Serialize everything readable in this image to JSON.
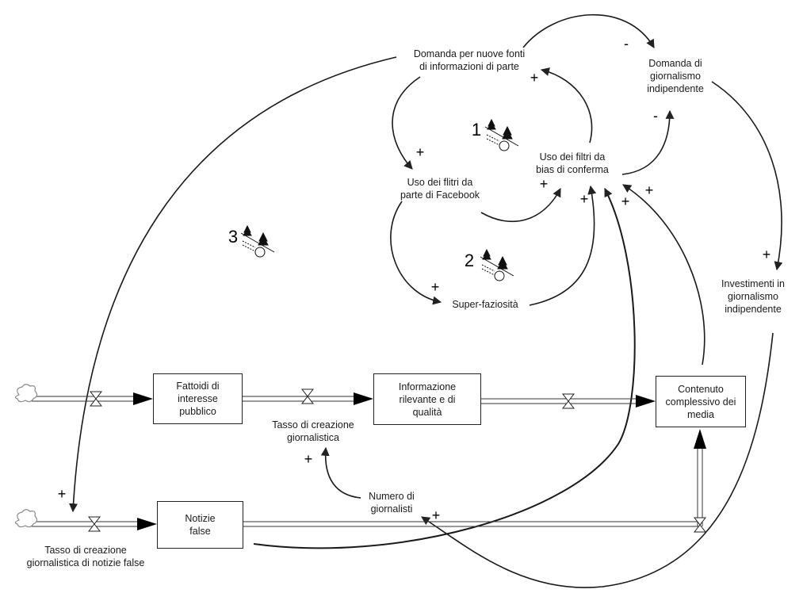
{
  "diagram": {
    "type": "stock-and-flow / causal loop diagram",
    "variables": {
      "domanda_fonti": "Domanda per nuove fonti\ndi informazioni di parte",
      "domanda_giornalismo": "Domanda di\ngiornalismo\nindipendente",
      "filtri_facebook": "Uso dei flitri da\nparte di Facebook",
      "filtri_bias": "Uso dei filtri da\nbias di conferma",
      "super_faziosita": "Super-faziosità",
      "investimenti": "Investimenti in\ngiornalismo\nindipendente",
      "tasso_creazione": "Tasso di creazione\ngiornalistica",
      "numero_giornalisti": "Numero di\ngiornalisti",
      "tasso_notizie_false": "Tasso di creazione\ngiornalistica di notizie false"
    },
    "stocks": {
      "fattoidi": "Fattoidi di\ninteresse\npubblico",
      "informazione": "Informazione\nrilevante e di\nqualità",
      "contenuto": "Contenuto\ncomplessivo dei\nmedia",
      "notizie_false": "Notizie\nfalse"
    },
    "loops": [
      {
        "id": "loop-1",
        "number": "1",
        "type": "reinforcing",
        "icon": "snowball-icon"
      },
      {
        "id": "loop-2",
        "number": "2",
        "type": "reinforcing",
        "icon": "snowball-icon"
      },
      {
        "id": "loop-3",
        "number": "3",
        "type": "reinforcing",
        "icon": "snowball-icon"
      }
    ],
    "links": [
      {
        "from": "Domanda per nuove fonti di informazioni di parte",
        "to": "Domanda di giornalismo indipendente",
        "polarity": "-"
      },
      {
        "from": "Uso dei filtri da bias di conferma",
        "to": "Domanda di giornalismo indipendente",
        "polarity": "-"
      },
      {
        "from": "Domanda per nuove fonti di informazioni di parte",
        "to": "Uso dei flitri da parte di Facebook",
        "polarity": "+"
      },
      {
        "from": "Uso dei filtri da bias di conferma",
        "to": "Domanda per nuove fonti di informazioni di parte",
        "polarity": "+"
      },
      {
        "from": "Uso dei flitri da parte di Facebook",
        "to": "Uso dei filtri da bias di conferma",
        "polarity": "+"
      },
      {
        "from": "Uso dei flitri da parte di Facebook",
        "to": "Super-faziosità",
        "polarity": "+"
      },
      {
        "from": "Super-faziosità",
        "to": "Uso dei filtri da bias di conferma",
        "polarity": "+"
      },
      {
        "from": "Notizie false",
        "to": "Uso dei filtri da bias di conferma",
        "polarity": "+"
      },
      {
        "from": "Numero di giornalisti",
        "to": "Uso dei filtri da bias di conferma",
        "polarity": "+"
      },
      {
        "from": "Contenuto complessivo dei media",
        "to": "Uso dei filtri da bias di conferma",
        "polarity": "+"
      },
      {
        "from": "Domanda di giornalismo indipendente",
        "to": "Investimenti in giornalismo indipendente",
        "polarity": "+"
      },
      {
        "from": "Investimenti in giornalismo indipendente",
        "to": "Numero di giornalisti",
        "polarity": "+"
      },
      {
        "from": "Numero di giornalisti",
        "to": "Tasso di creazione giornalistica",
        "polarity": "+"
      },
      {
        "from": "Domanda per nuove fonti di informazioni di parte",
        "to": "Tasso di creazione giornalistica di notizie false",
        "polarity": "+"
      }
    ],
    "signs": {
      "minus": "-",
      "plus": "+"
    },
    "colors": {
      "line": "#1a1a1a",
      "background": "#ffffff",
      "cloud": "#9a9a9a"
    }
  }
}
